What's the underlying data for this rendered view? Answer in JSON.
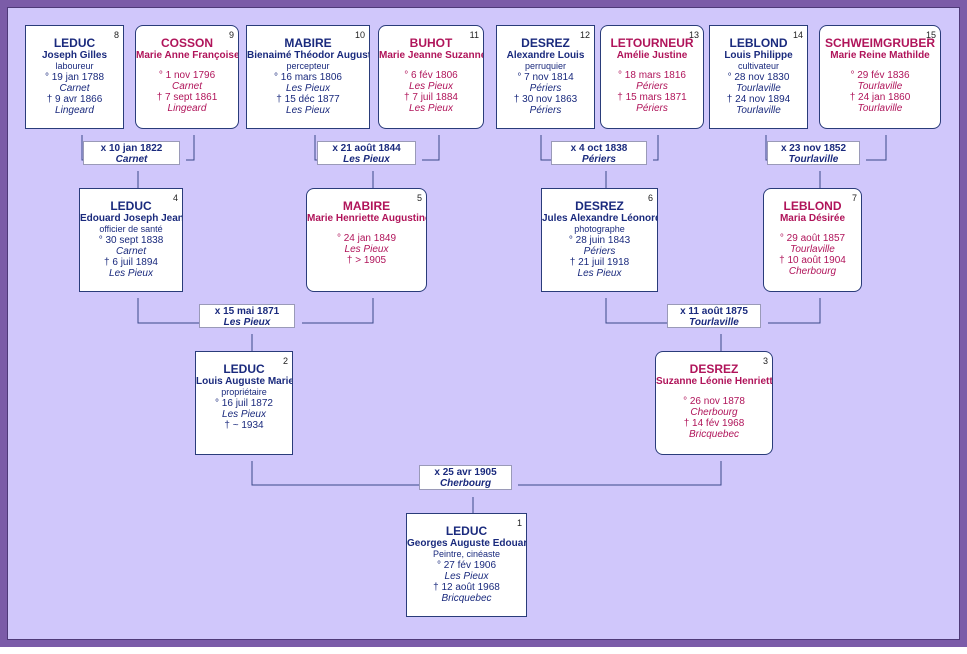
{
  "persons": {
    "p8": {
      "num": "8",
      "surname": "LEDUC",
      "given": "Joseph Gilles",
      "occupation": "laboureur",
      "l1": "° 19 jan 1788",
      "l2": "Carnet",
      "l3": "† 9 avr 1866",
      "l4": "Lingeard"
    },
    "p9": {
      "num": "9",
      "surname": "COSSON",
      "given": "Marie Anne Françoise",
      "l1": "° 1 nov 1796",
      "l2": "Carnet",
      "l3": "† 7 sept 1861",
      "l4": "Lingeard"
    },
    "p10": {
      "num": "10",
      "surname": "MABIRE",
      "given": "Bienaimé Théodor Auguste",
      "occupation": "percepteur",
      "l1": "° 16 mars 1806",
      "l2": "Les Pieux",
      "l3": "† 15 déc 1877",
      "l4": "Les Pieux"
    },
    "p11": {
      "num": "11",
      "surname": "BUHOT",
      "given": "Marie Jeanne Suzanne",
      "l1": "° 6 fév 1806",
      "l2": "Les Pieux",
      "l3": "† 7 juil 1884",
      "l4": "Les Pieux"
    },
    "p12": {
      "num": "12",
      "surname": "DESREZ",
      "given": "Alexandre Louis",
      "occupation": "perruquier",
      "l1": "° 7 nov 1814",
      "l2": "Périers",
      "l3": "† 30 nov 1863",
      "l4": "Périers"
    },
    "p13": {
      "num": "13",
      "surname": "LETOURNEUR",
      "given": "Amélie Justine",
      "l1": "° 18 mars 1816",
      "l2": "Périers",
      "l3": "† 15 mars 1871",
      "l4": "Périers"
    },
    "p14": {
      "num": "14",
      "surname": "LEBLOND",
      "given": "Louis Philippe",
      "occupation": "cultivateur",
      "l1": "° 28 nov 1830",
      "l2": "Tourlaville",
      "l3": "† 24 nov 1894",
      "l4": "Tourlaville"
    },
    "p15": {
      "num": "15",
      "surname": "SCHWEIMGRUBER",
      "given": "Marie Reine Mathilde",
      "l1": "° 29 fév 1836",
      "l2": "Tourlaville",
      "l3": "† 24 jan 1860",
      "l4": "Tourlaville"
    },
    "p4": {
      "num": "4",
      "surname": "LEDUC",
      "given": "Edouard Joseph Jean",
      "occupation": "officier de santé",
      "l1": "° 30 sept 1838",
      "l2": "Carnet",
      "l3": "† 6 juil 1894",
      "l4": "Les Pieux"
    },
    "p5": {
      "num": "5",
      "surname": "MABIRE",
      "given": "Marie Henriette Augustine",
      "l1": "° 24 jan 1849",
      "l2": "Les Pieux",
      "l3": "† > 1905"
    },
    "p6": {
      "num": "6",
      "surname": "DESREZ",
      "given": "Jules Alexandre Léonord",
      "occupation": "photographe",
      "l1": "° 28 juin 1843",
      "l2": "Périers",
      "l3": "† 21 juil 1918",
      "l4": "Les Pieux"
    },
    "p7": {
      "num": "7",
      "surname": "LEBLOND",
      "given": "Maria Désirée",
      "l1": "° 29 août 1857",
      "l2": "Tourlaville",
      "l3": "† 10 août 1904",
      "l4": "Cherbourg"
    },
    "p2": {
      "num": "2",
      "surname": "LEDUC",
      "given": "Louis Auguste Marie",
      "occupation": "propriétaire",
      "l1": "° 16 juil 1872",
      "l2": "Les Pieux",
      "l3": "† ~ 1934"
    },
    "p3": {
      "num": "3",
      "surname": "DESREZ",
      "given": "Suzanne Léonie Henriette",
      "l1": "° 26 nov 1878",
      "l2": "Cherbourg",
      "l3": "† 14 fév 1968",
      "l4": "Bricquebec"
    },
    "p1": {
      "num": "1",
      "surname": "LEDUC",
      "given": "Georges Auguste Edouard",
      "occupation": "Peintre, cinéaste",
      "l1": "° 27 fév 1906",
      "l2": "Les Pieux",
      "l3": "† 12 août 1968",
      "l4": "Bricquebec"
    }
  },
  "marriages": {
    "m8": {
      "date": "x 10 jan 1822",
      "place": "Carnet"
    },
    "m10": {
      "date": "x 21 août 1844",
      "place": "Les Pieux"
    },
    "m12": {
      "date": "x 4 oct 1838",
      "place": "Périers"
    },
    "m14": {
      "date": "x 23 nov 1852",
      "place": "Tourlaville"
    },
    "m4": {
      "date": "x 15 mai 1871",
      "place": "Les Pieux"
    },
    "m6": {
      "date": "x 11 août 1875",
      "place": "Tourlaville"
    },
    "m2": {
      "date": "x 25 avr 1905",
      "place": "Cherbourg"
    }
  },
  "colors": {
    "background": "#d0c7fb",
    "frame": "#7b5ca8",
    "male": "#1a2a7d",
    "female": "#b0145a",
    "line": "#3a4a8a"
  }
}
